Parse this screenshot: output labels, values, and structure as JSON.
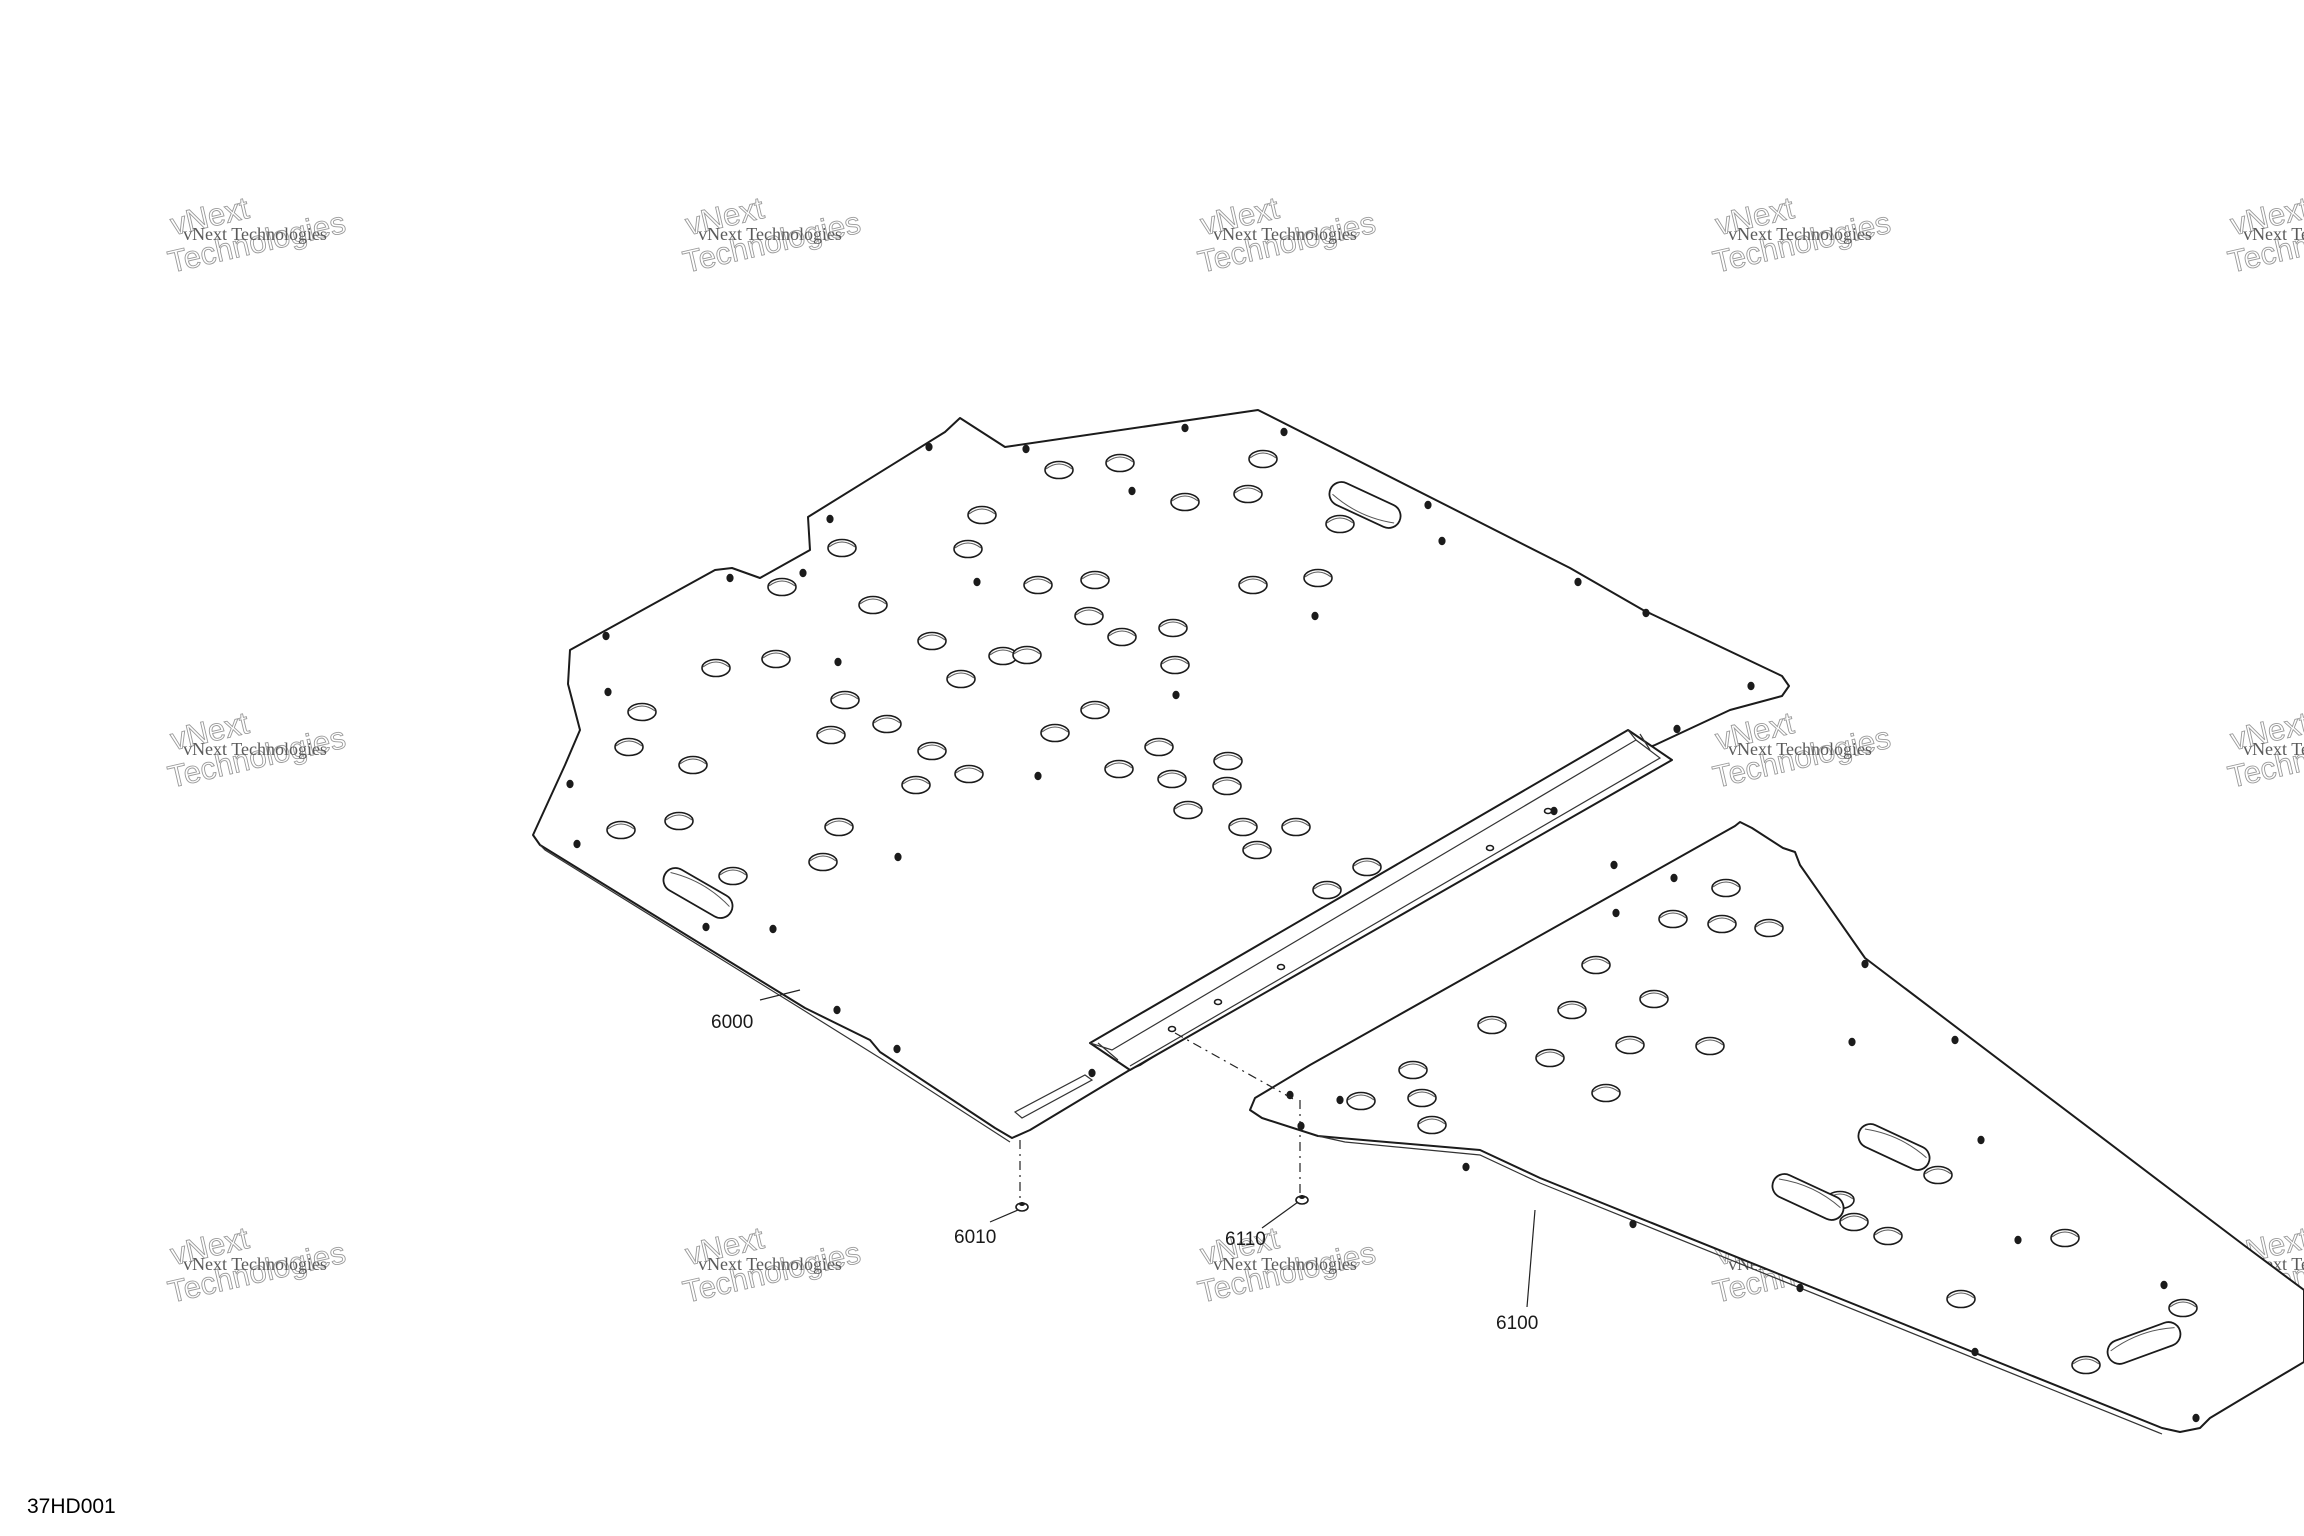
{
  "callouts": {
    "part_6000": "6000",
    "part_6010": "6010",
    "part_6110": "6110",
    "part_6100": "6100"
  },
  "figure_code": "37HD001",
  "watermark": {
    "line1": "vNext Technologies",
    "line2": "Technologies",
    "line3": "vNext"
  }
}
